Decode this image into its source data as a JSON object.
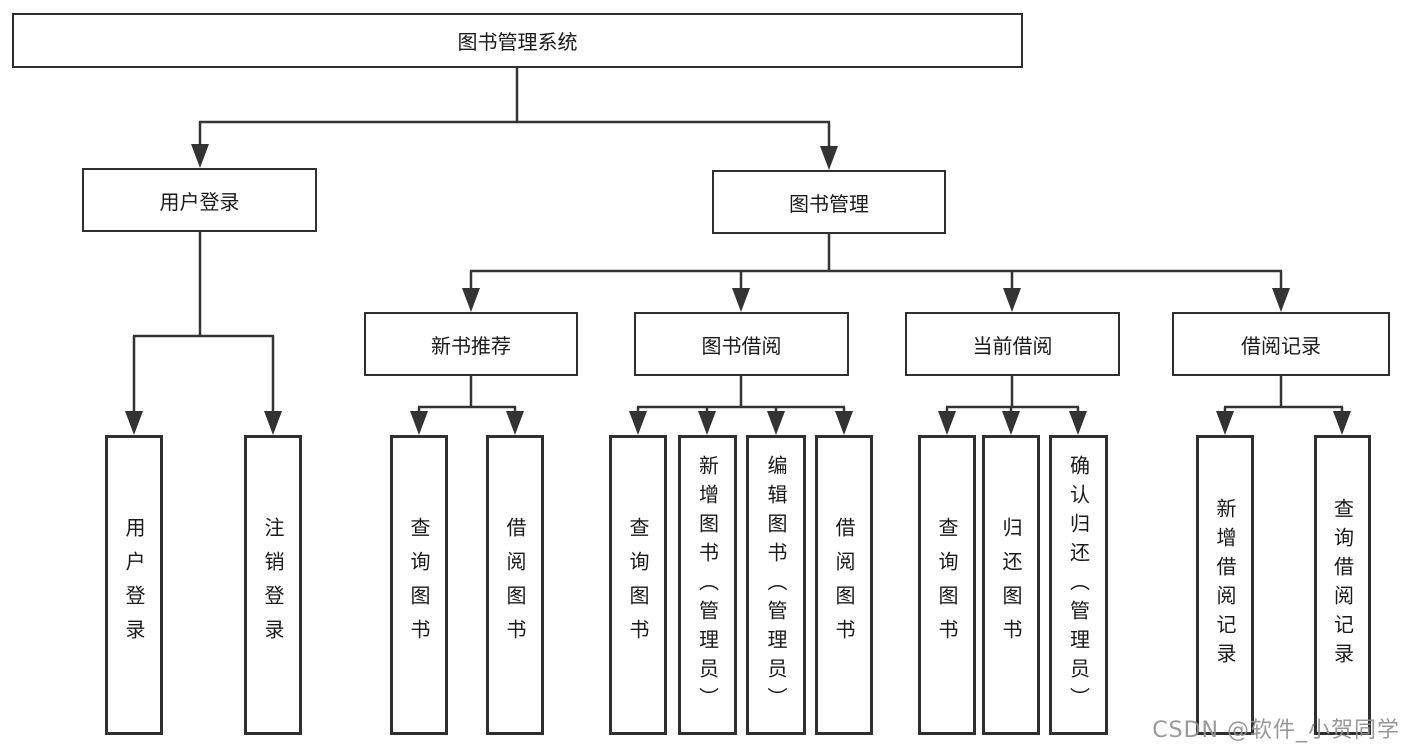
{
  "diagram": {
    "tree": {
      "root": {
        "label": "图书管理系统",
        "children": [
          {
            "label": "用户登录",
            "children": [
              {
                "label": "用户登录"
              },
              {
                "label": "注销登录"
              }
            ]
          },
          {
            "label": "图书管理",
            "children": [
              {
                "label": "新书推荐",
                "children": [
                  {
                    "label": "查询图书"
                  },
                  {
                    "label": "借阅图书"
                  }
                ]
              },
              {
                "label": "图书借阅",
                "children": [
                  {
                    "label": "查询图书"
                  },
                  {
                    "label": "新增图书（管理员）"
                  },
                  {
                    "label": "编辑图书（管理员）"
                  },
                  {
                    "label": "借阅图书"
                  }
                ]
              },
              {
                "label": "当前借阅",
                "children": [
                  {
                    "label": "查询图书"
                  },
                  {
                    "label": "归还图书"
                  },
                  {
                    "label": "确认归还（管理员）"
                  }
                ]
              },
              {
                "label": "借阅记录",
                "children": [
                  {
                    "label": "新增借阅记录"
                  },
                  {
                    "label": "查询借阅记录"
                  }
                ]
              }
            ]
          }
        ]
      }
    },
    "watermark": "CSDN @软件_小贺同学",
    "colors": {
      "line": "#333333",
      "box_border": "#2f2f2f",
      "box_fill": "#ffffff",
      "text": "#1a1a1a",
      "watermark": "#8f9092",
      "background": "#ffffff"
    }
  }
}
